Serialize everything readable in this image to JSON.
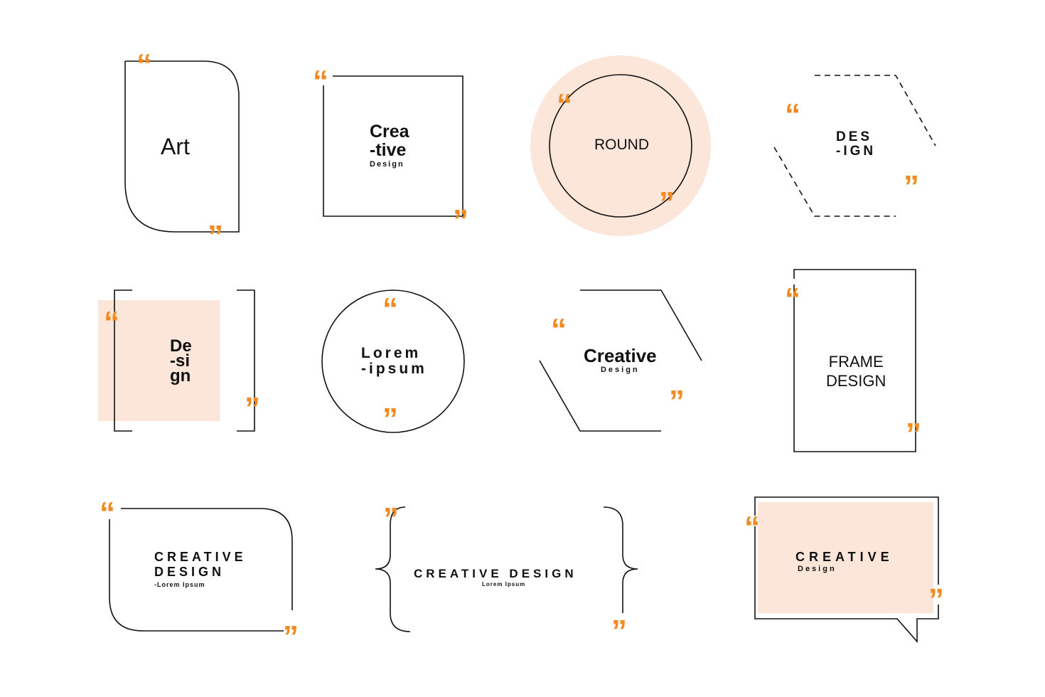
{
  "colors": {
    "accent": "#f28a1f",
    "fill": "#fce6da",
    "stroke": "#111111"
  },
  "quote_open": "“",
  "quote_close": "”",
  "frames": {
    "art": {
      "title": "Art"
    },
    "creative_square": {
      "line1": "Crea",
      "line2": "-tive",
      "sub": "Design"
    },
    "round": {
      "title": "ROUND"
    },
    "design_hex": {
      "line1": "DES",
      "line2": "-IGN"
    },
    "design_bracket": {
      "line1": "De",
      "line2": "-si",
      "line3": "gn"
    },
    "lorem_circle": {
      "line1": "Lorem",
      "line2": "-ipsum"
    },
    "creative_hex": {
      "title": "Creative",
      "sub": "Design"
    },
    "frame_design": {
      "line1": "FRAME",
      "line2": "DESIGN"
    },
    "creative_rounded": {
      "line1": "CREATIVE",
      "line2": "DESIGN",
      "sub": "-Lorem Ipsum"
    },
    "creative_brace": {
      "title": "CREATIVE DESIGN",
      "sub": "Lorem Ipsum"
    },
    "creative_bubble": {
      "title": "CREATIVE",
      "sub": "Design"
    }
  }
}
